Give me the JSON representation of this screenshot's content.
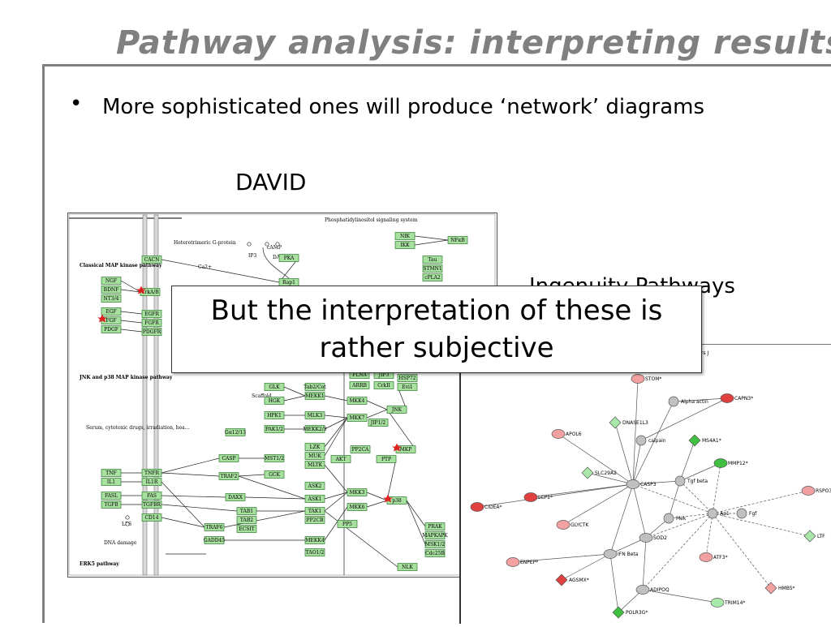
{
  "title": "Pathway analysis: interpreting results",
  "bullet_symbol": "•",
  "bullet": "More sophisticated ones will produce ‘network’ diagrams",
  "labels": {
    "david": "DAVID",
    "ipa": "Ingenuity Pathways"
  },
  "callout": "But the interpretation of these is rather subjective",
  "kegg": {
    "section_labels": [
      "Classical MAP kinase pathway",
      "JNK and p38 MAP kinase pathway",
      "ERK5 pathway"
    ],
    "left_side_text": [
      "Heterotrimeric G-protein",
      "cAMP",
      "DAG",
      "IP3",
      "Ca2+",
      "Phosphatidylinositol signaling system",
      "Scaffold",
      "Serum, cytotoxic drugs, irradiation, heatshock, reactive oxygen species, lipopolysaccharide and other stress",
      "LPS",
      "DNA damage"
    ],
    "genes": [
      "CACN",
      "NGF",
      "BDNF",
      "NT3/4",
      "EGF",
      "FGF",
      "PDGF",
      "TrkA/B",
      "EGFR",
      "FGFR",
      "PDGFR",
      "PKA",
      "Rap1",
      "NIK",
      "IKK",
      "NFκB",
      "Tau",
      "STMN1",
      "cPLA2",
      "FLNA",
      "JIP3",
      "HSP72",
      "ARRB",
      "CrkII",
      "Evi1",
      "GLK",
      "HGK",
      "HPK1",
      "GCK",
      "Tab2/Cot",
      "MEKK1",
      "MLK3",
      "MEKK2/3",
      "PAK1/2",
      "LZK",
      "MUK",
      "MLTK",
      "CASP",
      "MST1/2",
      "TRAF2",
      "ASK2",
      "ASK1",
      "DAXX",
      "TAB1",
      "TAB2",
      "ECSIT",
      "TAK1",
      "PP2CB",
      "TRAF6",
      "GADD45",
      "MEKK4",
      "TAO1/2",
      "MKK4",
      "MKK7",
      "JIP1/2",
      "JNK",
      "PP2CA",
      "AKT",
      "PTP",
      "MKP",
      "MKK3",
      "MKK6",
      "p38",
      "PP5",
      "PRAK",
      "MAPKAPK",
      "MSK1/2",
      "Cdc25B",
      "NLK",
      "TNF",
      "IL1",
      "FASL",
      "TGFB",
      "TNFR",
      "IL1R",
      "FAS",
      "TGFBR",
      "CD14",
      "Gα12/13"
    ]
  },
  "ipa": {
    "partial_top_label": "tors J",
    "nodes": [
      "STOM*",
      "Alpha actin",
      "CAPN3*",
      "DNASE1L3",
      "calpain",
      "MS4A1*",
      "APOL6",
      "SLC29A2",
      "CASP3",
      "Tgf beta",
      "MMP12*",
      "LCP1*",
      "CIDEA*",
      "Ap1",
      "Fgf",
      "RSPO3",
      "GLYCTK",
      "Mek",
      "SOD2",
      "IFN Beta",
      "LTF",
      "ENPEP*",
      "ATF3*",
      "AGSMX*",
      "ADIPOQ",
      "HMBS*",
      "POLR3G*",
      "TRIM14*"
    ],
    "colors": {
      "up": "#e04040",
      "down": "#40c040",
      "neutral": "#c0c0c0"
    }
  }
}
